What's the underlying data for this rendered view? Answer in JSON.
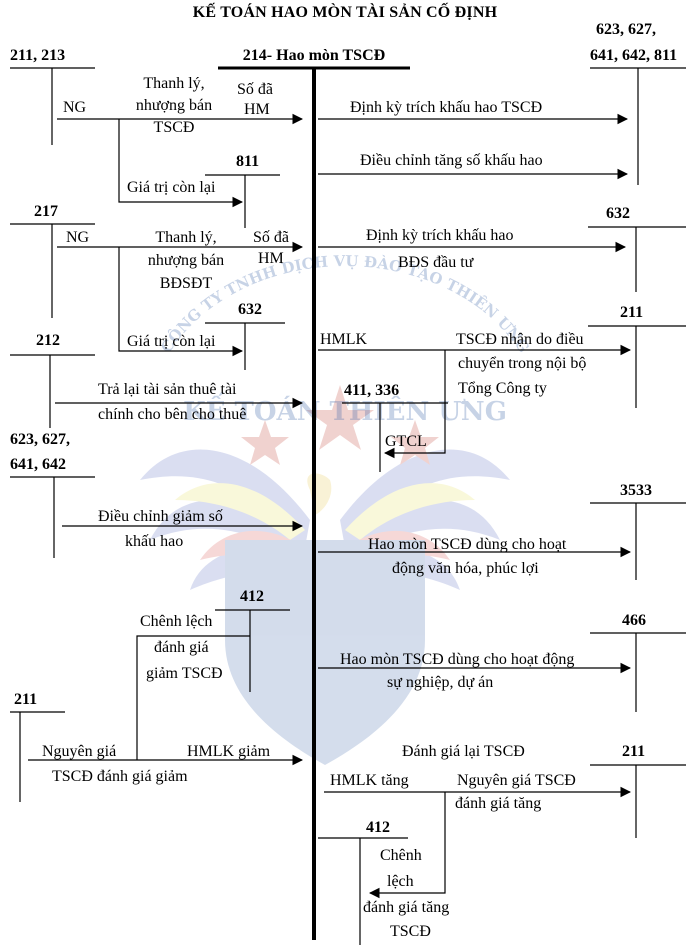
{
  "title": "KẾ TOÁN HAO MÒN TÀI SẢN CỐ ĐỊNH",
  "main_account": "214- Hao mòn TSCĐ",
  "watermark": {
    "line1": "CÔNG TY TNHH DỊCH VỤ ĐÀO TẠO THIÊN ƯNG",
    "line2": "KẾ TOÁN THIÊN ƯNG",
    "colors": {
      "shield": "#3a63a8",
      "star": "#c0392b",
      "wing_blue": "#5d6fc4",
      "wing_red": "#d9534f",
      "wing_yellow": "#e8e05a"
    }
  },
  "accounts": {
    "a211_213": "211, 213",
    "a623_811_l1": "623, 627,",
    "a623_811_l2": "641, 642, 811",
    "a811": "811",
    "a217": "217",
    "a632_right": "632",
    "a632_left": "632",
    "a212": "212",
    "a211_right1": "211",
    "a411_336": "411, 336",
    "a623_642_l1": "623, 627,",
    "a623_642_l2": "641, 642",
    "a3533": "3533",
    "a412_left": "412",
    "a466": "466",
    "a211_left": "211",
    "a211_right2": "211",
    "a412_bottom": "412"
  },
  "labels": {
    "ng1": "NG",
    "thanh_ly_tscd_l1": "Thanh lý,",
    "thanh_ly_tscd_l2": "nhượng bán",
    "thanh_ly_tscd_l3": "TSCĐ",
    "so_da_hm1_l1": "Số đã",
    "so_da_hm1_l2": "HM",
    "gia_tri_con_lai1": "Giá trị còn lại",
    "dinh_ky_trich": "Định kỳ trích khấu hao TSCĐ",
    "dieu_chinh_tang": "Điều chỉnh tăng số khấu hao",
    "ng2": "NG",
    "thanh_ly_bds_l1": "Thanh lý,",
    "thanh_ly_bds_l2": "nhượng bán",
    "thanh_ly_bds_l3": "BĐSĐT",
    "so_da_hm2_l1": "Số đã",
    "so_da_hm2_l2": "HM",
    "dinh_ky_bds_l1": "Định kỳ trích khấu hao",
    "dinh_ky_bds_l2": "BĐS đầu tư",
    "gia_tri_con_lai2": "Giá trị còn lại",
    "hmlk": "HMLK",
    "nhan_dieu_chuyen_l1": "TSCĐ nhận do điều",
    "nhan_dieu_chuyen_l2": "chuyển trong nội bộ",
    "nhan_dieu_chuyen_l3": "Tổng Công ty",
    "tra_lai_l1": "Trả lại tài sản thuê tài",
    "tra_lai_l2": "chính cho bên cho thuê",
    "gtcl": "GTCL",
    "dieu_chinh_giam_l1": "Điều chỉnh giảm số",
    "dieu_chinh_giam_l2": "khấu hao",
    "hm_van_hoa_l1": "Hao mòn TSCĐ dùng cho hoạt",
    "hm_van_hoa_l2": "động văn hóa, phúc lợi",
    "chenh_lech_giam_l1": "Chênh lệch",
    "chenh_lech_giam_l2": "đánh giá",
    "chenh_lech_giam_l3": "giảm TSCĐ",
    "hm_su_nghiep_l1": "Hao mòn TSCĐ dùng cho hoạt động",
    "hm_su_nghiep_l2": "sự nghiệp, dự án",
    "nguyen_gia_giam_l1": "Nguyên giá",
    "nguyen_gia_giam_l2": "TSCĐ đánh giá giảm",
    "hmlk_giam": "HMLK giảm",
    "danh_gia_lai": "Đánh giá lại TSCĐ",
    "hmlk_tang": "HMLK tăng",
    "nguyen_gia_tang_l1": "Nguyên giá TSCĐ",
    "nguyen_gia_tang_l2": "đánh giá tăng",
    "chenh_lech_tang_l1": "Chênh",
    "chenh_lech_tang_l2": "lệch",
    "chenh_lech_tang_l3": "đánh giá tăng",
    "chenh_lech_tang_l4": "TSCĐ"
  }
}
